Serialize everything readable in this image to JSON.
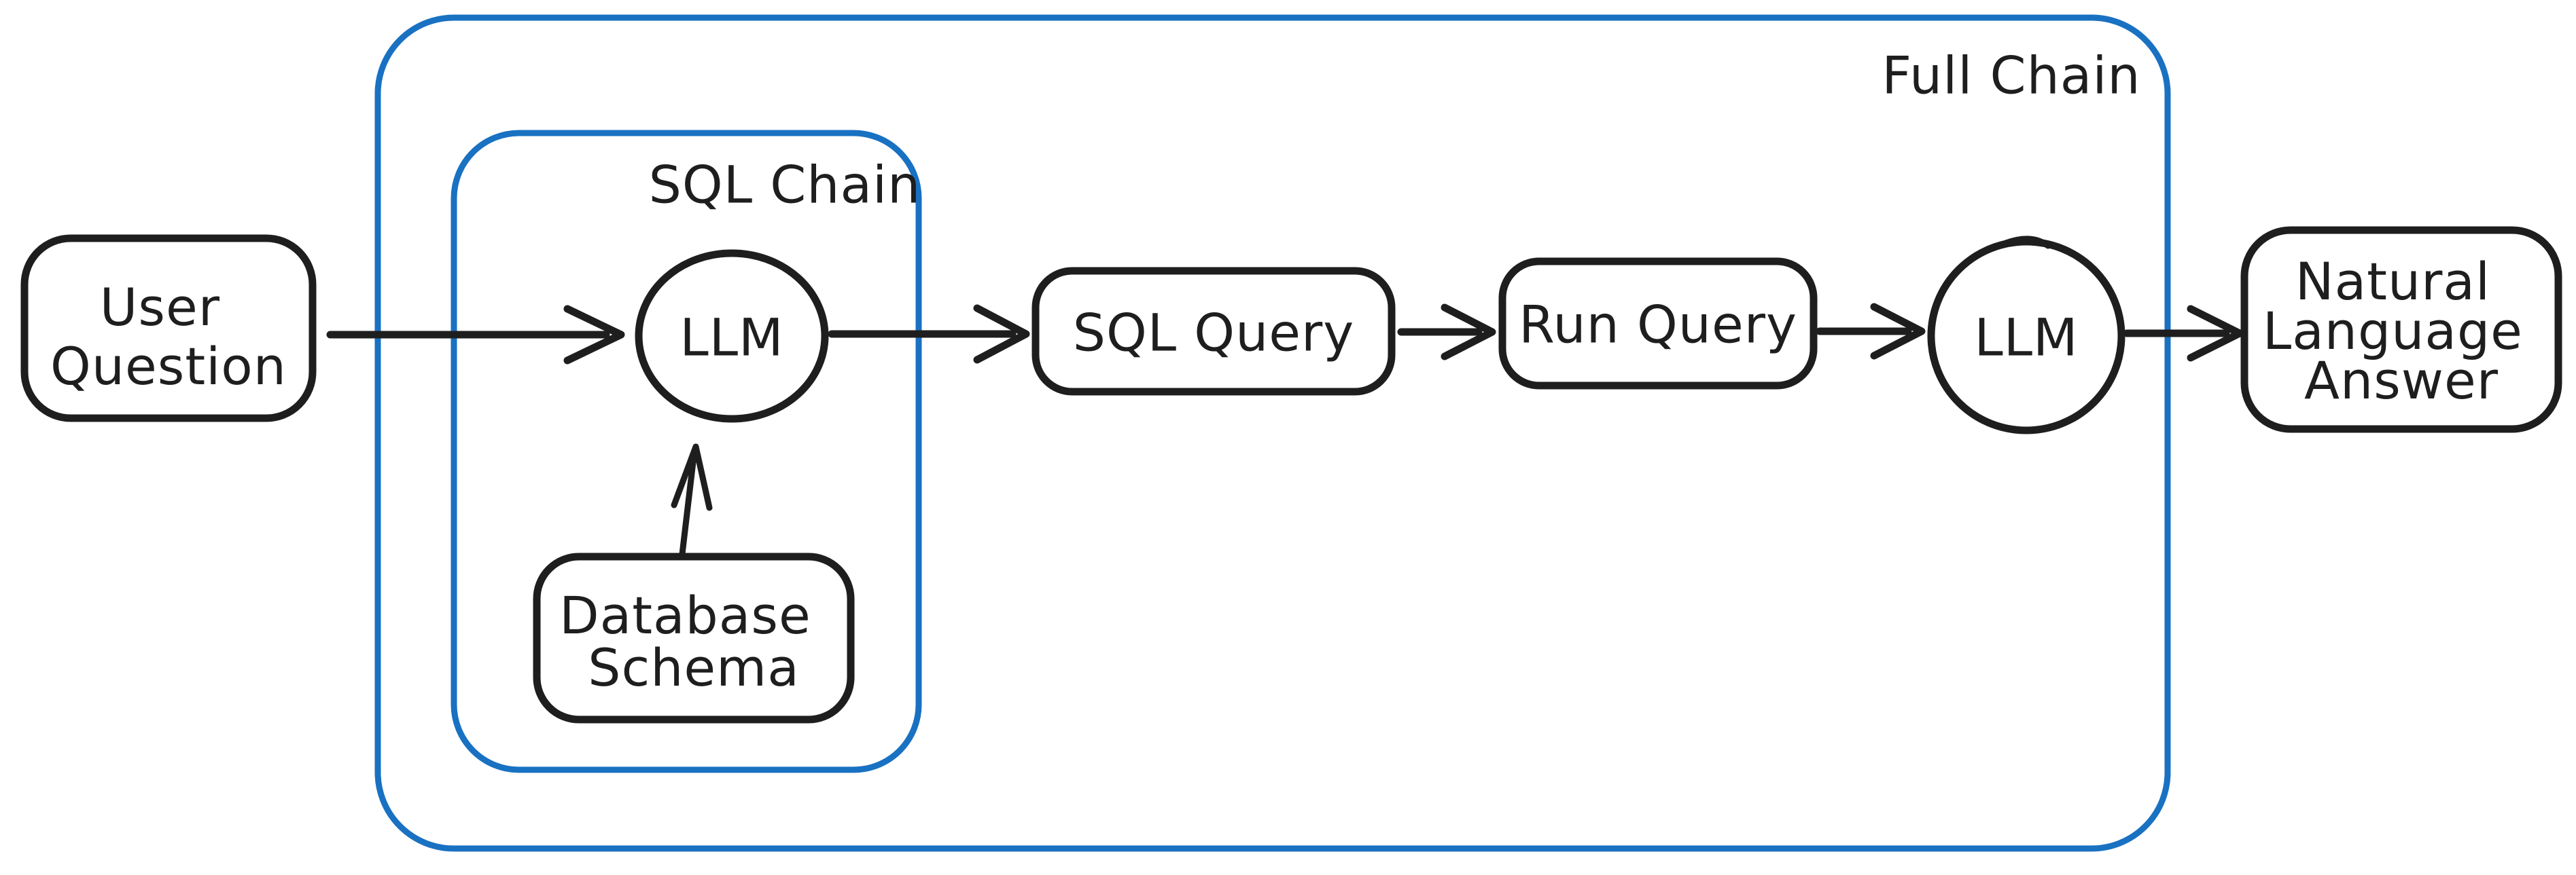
{
  "diagram": {
    "background": "#ffffff",
    "colors": {
      "container_stroke": "#1971c2",
      "node_stroke": "#1e1e1e",
      "arrow_stroke": "#1e1e1e",
      "text": "#1e1e1e"
    },
    "containers": {
      "full_chain": {
        "label": "Full Chain"
      },
      "sql_chain": {
        "label": "SQL Chain"
      }
    },
    "nodes": {
      "user_question": {
        "shape": "rounded-rect",
        "lines": [
          "User",
          "Question"
        ]
      },
      "llm_1": {
        "shape": "circle",
        "label": "LLM"
      },
      "database_schema": {
        "shape": "rounded-rect",
        "lines": [
          "Database",
          "Schema"
        ]
      },
      "sql_query": {
        "shape": "rounded-rect",
        "label": "SQL Query"
      },
      "run_query": {
        "shape": "rounded-rect",
        "label": "Run Query"
      },
      "llm_2": {
        "shape": "circle",
        "label": "LLM"
      },
      "natural_language_answer": {
        "shape": "rounded-rect",
        "lines": [
          "Natural",
          "Language",
          "Answer"
        ]
      }
    },
    "edges": [
      {
        "from": "user_question",
        "to": "llm_1"
      },
      {
        "from": "database_schema",
        "to": "llm_1"
      },
      {
        "from": "llm_1",
        "to": "sql_query"
      },
      {
        "from": "sql_query",
        "to": "run_query"
      },
      {
        "from": "run_query",
        "to": "llm_2"
      },
      {
        "from": "llm_2",
        "to": "natural_language_answer"
      }
    ]
  }
}
